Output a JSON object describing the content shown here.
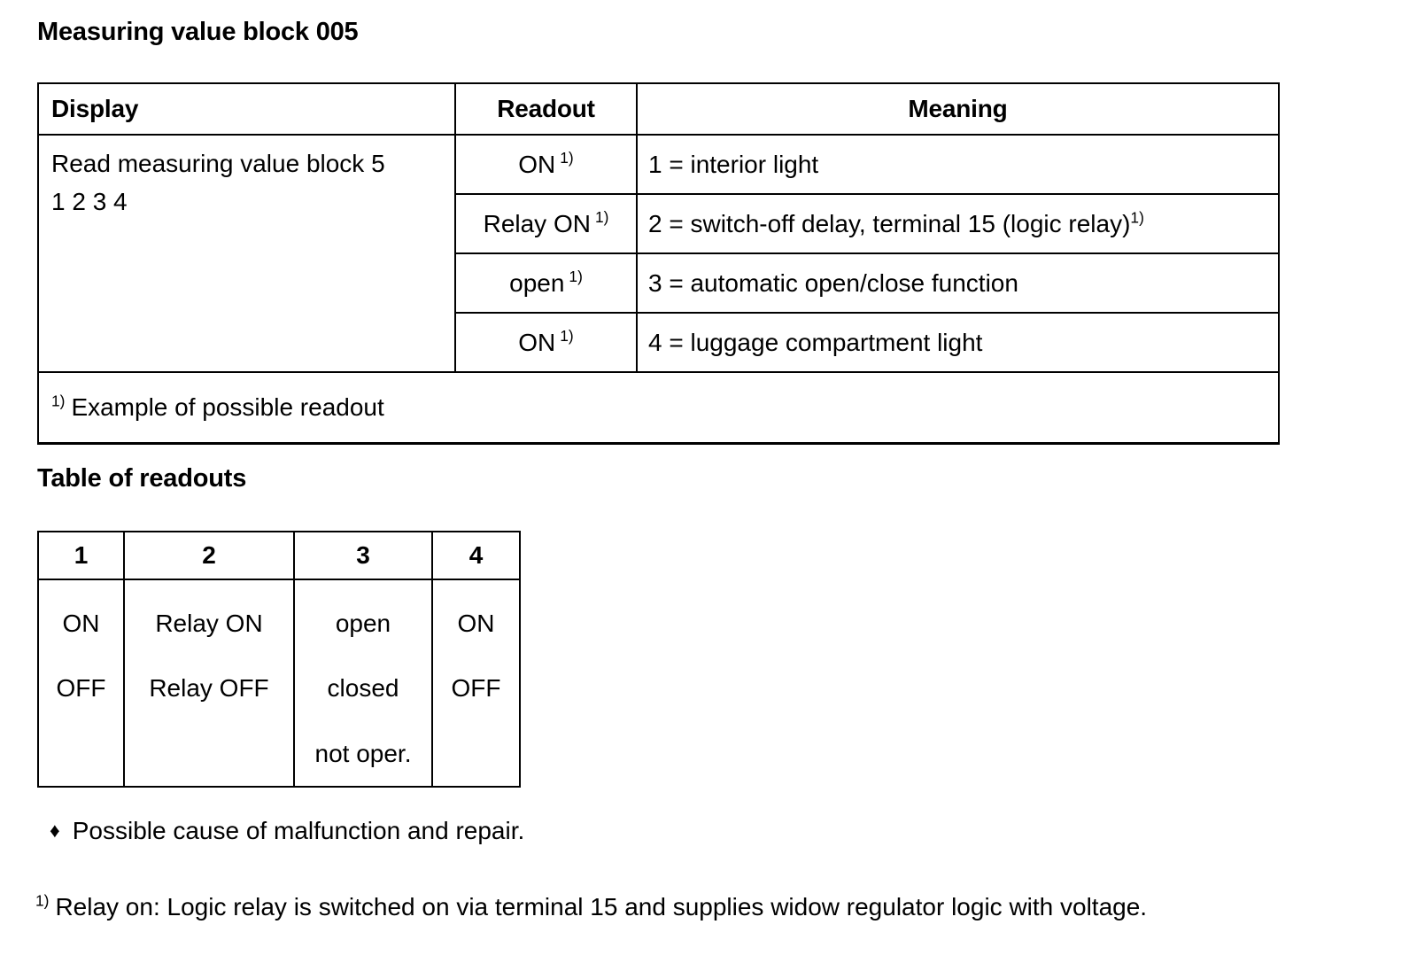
{
  "headings": {
    "main": "Measuring value block 005",
    "readouts": "Table of readouts"
  },
  "main_table": {
    "columns": [
      "Display",
      "Readout",
      "Meaning"
    ],
    "display_cell": {
      "line1": "Read measuring value block 5",
      "line2": "1 2 3 4"
    },
    "rows": [
      {
        "readout": "ON",
        "readout_sup": "1)",
        "meaning": "1 = interior light",
        "meaning_sup": ""
      },
      {
        "readout": "Relay ON",
        "readout_sup": "1)",
        "meaning": "2 = switch-off delay, terminal 15 (logic relay)",
        "meaning_sup": "1)"
      },
      {
        "readout": "open",
        "readout_sup": "1)",
        "meaning": "3 = automatic open/close function",
        "meaning_sup": ""
      },
      {
        "readout": "ON",
        "readout_sup": "1)",
        "meaning": "4 = luggage compartment light",
        "meaning_sup": ""
      }
    ],
    "footnote": {
      "marker": "1)",
      "text": "Example of possible readout"
    }
  },
  "readouts_table": {
    "columns": [
      "1",
      "2",
      "3",
      "4"
    ],
    "cells": [
      [
        "ON",
        "OFF"
      ],
      [
        "Relay ON",
        "Relay OFF"
      ],
      [
        "open",
        "closed",
        "not oper."
      ],
      [
        "ON",
        "OFF"
      ]
    ]
  },
  "notes": {
    "bullet_icon": "diamond-bullet-icon",
    "bullet_glyph": "♦",
    "bullet_text": "Possible cause of malfunction and repair.",
    "footnote_marker": "1)",
    "footnote_text": "Relay on: Logic relay is switched on via terminal 15 and supplies widow regulator logic with voltage."
  },
  "colors": {
    "background": "#ffffff",
    "text": "#000000",
    "border": "#000000"
  }
}
